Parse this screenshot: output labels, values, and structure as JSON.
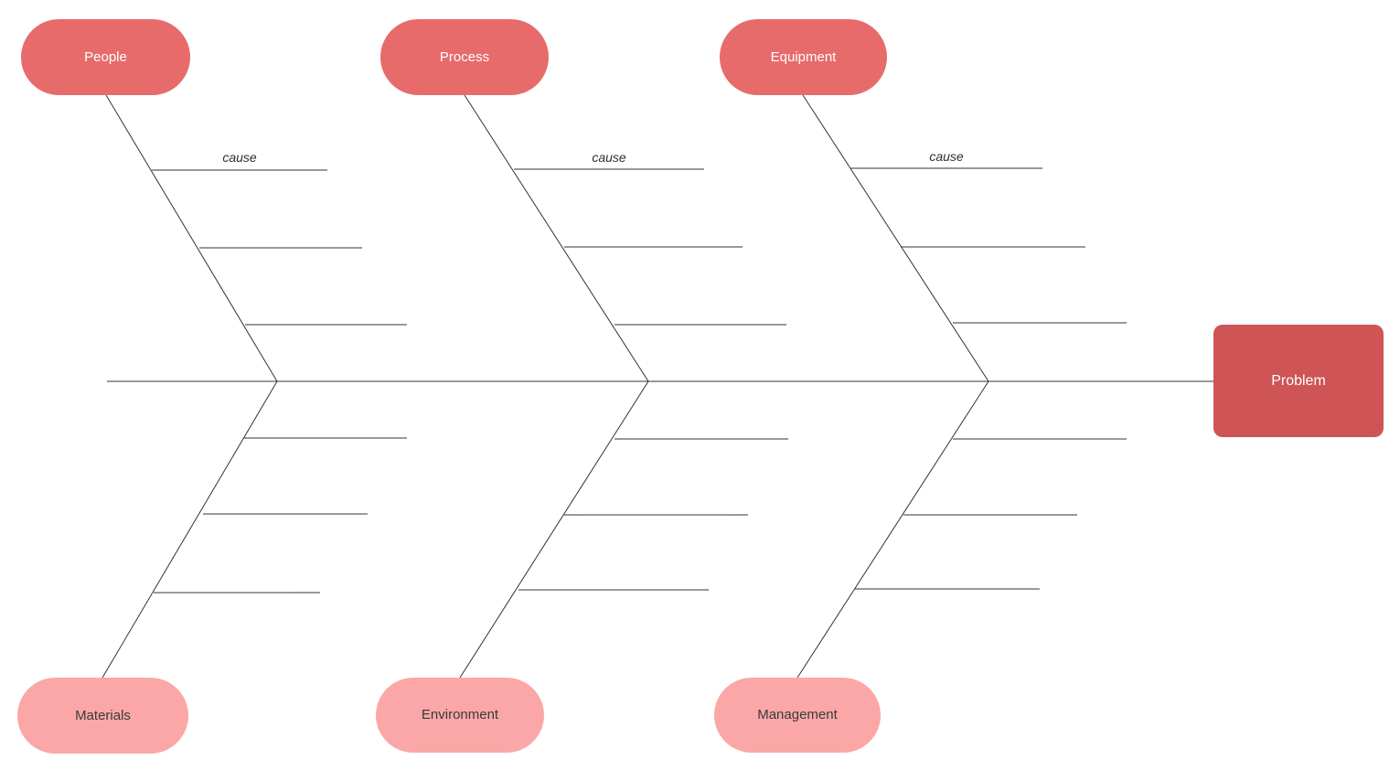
{
  "diagram": {
    "problem_node": {
      "label": "Problem"
    },
    "top_categories": [
      {
        "label": "People"
      },
      {
        "label": "Process"
      },
      {
        "label": "Equipment"
      }
    ],
    "bottom_categories": [
      {
        "label": "Materials"
      },
      {
        "label": "Environment"
      },
      {
        "label": "Management"
      }
    ],
    "cause_labels": [
      {
        "text": "cause"
      },
      {
        "text": "cause"
      },
      {
        "text": "cause"
      }
    ],
    "colors": {
      "canvas_bg": "#FFFFFF",
      "top_category_bg": "#E76B6B",
      "top_category_text": "#FFFFFF",
      "bottom_category_bg": "#FBA7A7",
      "bottom_category_text": "#3A3A3A",
      "problem_bg": "#CF5456",
      "problem_text": "#FFFFFF",
      "line": "#333333",
      "line_overlay": "#9E9E9E"
    }
  }
}
